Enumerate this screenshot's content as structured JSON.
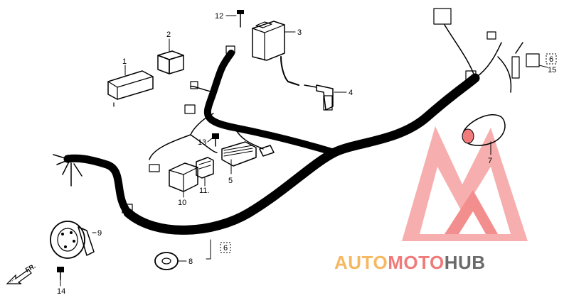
{
  "diagram": {
    "callouts": {
      "c1": "1",
      "c2": "2",
      "c3": "3",
      "c4": "4",
      "c5": "5",
      "c6_left": "6",
      "c6_right": "6",
      "c7": "7",
      "c8": "8",
      "c9": "9",
      "c10": "10",
      "c11": "11.",
      "c12": "12",
      "c13": "13",
      "c14": "14",
      "c15": "15"
    },
    "direction_label": "FR."
  },
  "watermark": {
    "part1": "AUTO",
    "part2": "MOTO",
    "part3": "HUB",
    "colors": {
      "part1": "#f6b860",
      "part2": "#f07a7a",
      "part3": "#6b6b6b",
      "logo": "#f27b7b"
    }
  }
}
